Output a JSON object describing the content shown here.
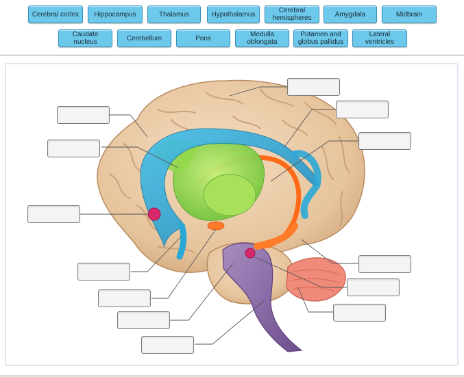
{
  "word_bank": {
    "row1": [
      "Cerebral cortex",
      "Hippocampus",
      "Thalamus",
      "Hypothalamus",
      "Cerebral\nhemispheres",
      "Amygdala",
      "Midbrain"
    ],
    "row2": [
      "Caudate\nnucleus",
      "Cerebellum",
      "Pons",
      "Medulla\noblongata",
      "Putamen and\nglobus pallidus",
      "Lateral\nventricles"
    ]
  },
  "colors": {
    "chip_fill": "#6cc9ec",
    "brain_tan": "#e8c9a5",
    "ventricle_blue": "#2aa8d8",
    "basal_green": "#8fd44a",
    "hippocampus_orange": "#ff6a1a",
    "amygdala_pink": "#d6286a",
    "brainstem_purple": "#8e6aa8",
    "cerebellum_salmon": "#f08a7a"
  }
}
